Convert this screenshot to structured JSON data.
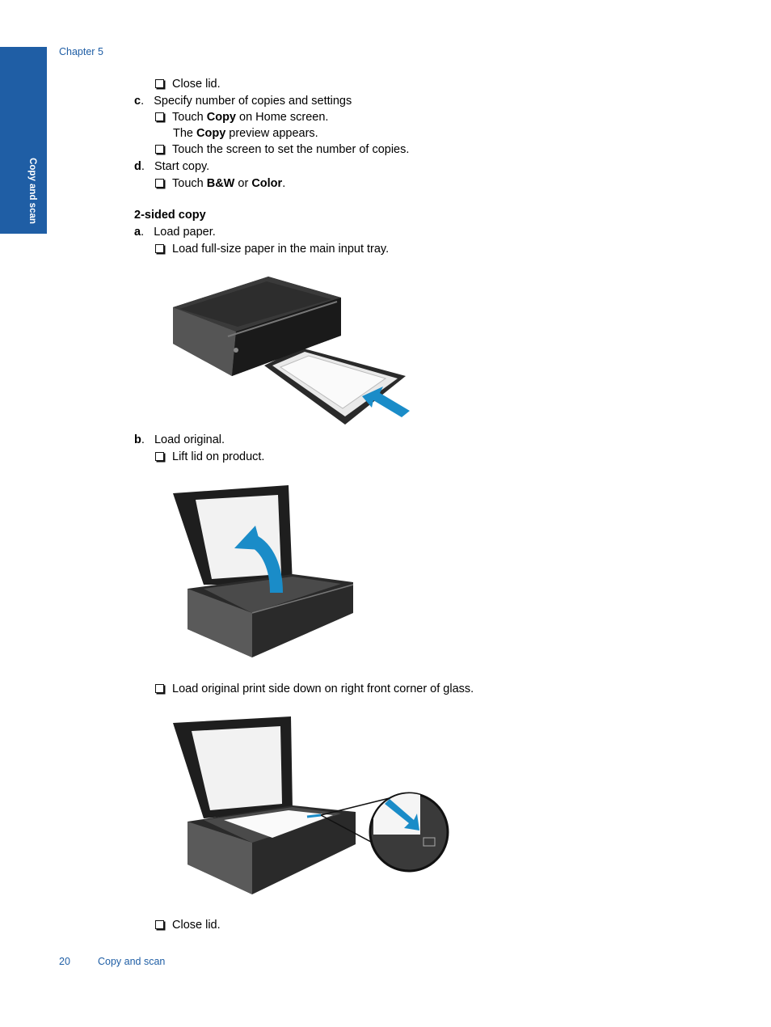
{
  "header": {
    "chapter": "Chapter 5"
  },
  "side_tab": {
    "label": "Copy and scan",
    "color": "#1f5ea5"
  },
  "content": {
    "l1": {
      "text": "Close lid."
    },
    "l2": {
      "letter": "c",
      "text": "Specify number of copies and settings"
    },
    "l3": {
      "pre": "Touch ",
      "bold": "Copy",
      "post": " on Home screen."
    },
    "l4": {
      "pre": "The ",
      "bold": "Copy",
      "post": " preview appears."
    },
    "l5": {
      "text": "Touch the screen to set the number of copies."
    },
    "l6": {
      "letter": "d",
      "text": "Start copy."
    },
    "l7": {
      "pre": "Touch ",
      "bold1": "B&W",
      "mid": " or ",
      "bold2": "Color",
      "post": "."
    },
    "section_title": "2-sided copy",
    "l8": {
      "letter": "a",
      "text": "Load paper."
    },
    "l9": {
      "text": "Load full-size paper in the main input tray."
    },
    "l10": {
      "letter": "b",
      "text": "Load original."
    },
    "l11": {
      "text": "Lift lid on product."
    },
    "l12": {
      "text": "Load original print side down on right front corner of glass."
    },
    "l13": {
      "text": "Close lid."
    }
  },
  "footer": {
    "page_number": "20",
    "section": "Copy and scan"
  }
}
